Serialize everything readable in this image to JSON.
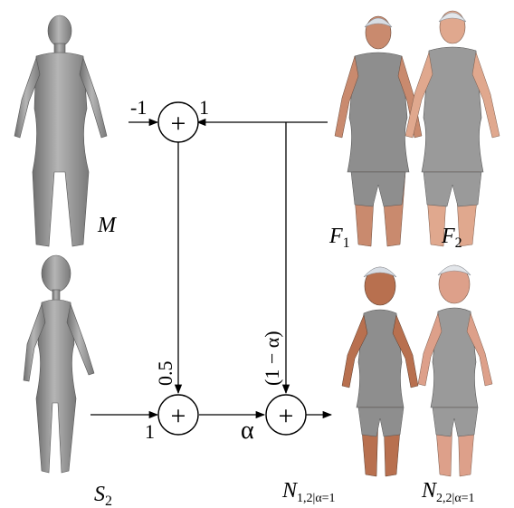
{
  "figures": {
    "M": {
      "label": "M",
      "color": "#9a9a9a"
    },
    "S2": {
      "label": "S",
      "sub": "2",
      "color": "#9a9a9a"
    },
    "F1": {
      "label": "F",
      "sub": "1",
      "skin": "#c98a6e",
      "suit": "#8e8e8e",
      "cap": "#d8dde4"
    },
    "F2": {
      "label": "F",
      "sub": "2",
      "skin": "#e0a88e",
      "suit": "#9a9a9a",
      "cap": "#e3e6ea"
    },
    "N1": {
      "label": "N",
      "sub": "1,2|α=1",
      "skin": "#b8704f",
      "suit": "#8e8e8e",
      "cap": "#d8dde4"
    },
    "N2": {
      "label": "N",
      "sub": "2,2|α=1",
      "skin": "#dda08a",
      "suit": "#9a9a9a",
      "cap": "#e3e6ea"
    }
  },
  "operators": {
    "top": "+",
    "bottom_left": "+",
    "bottom_right": "+"
  },
  "weights": {
    "m_to_top": "-1",
    "f_to_top": "1",
    "top_to_bottom": "0.5",
    "s2_to_bottom": "1",
    "bottom_to_right": "α",
    "f_to_right": "(1 − α)"
  }
}
